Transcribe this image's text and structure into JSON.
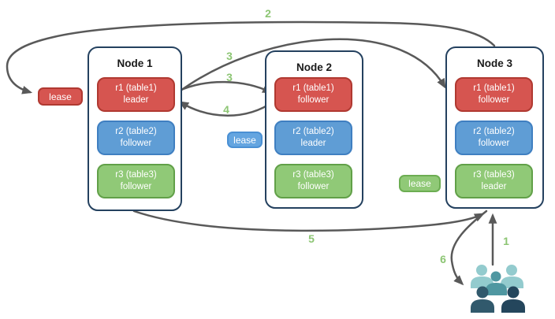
{
  "nodes": [
    {
      "title": "Node 1",
      "replicas": [
        {
          "range": "r1 (table1)",
          "role": "leader",
          "color_key": "red"
        },
        {
          "range": "r2 (table2)",
          "role": "follower",
          "color_key": "blue"
        },
        {
          "range": "r3 (table3)",
          "role": "follower",
          "color_key": "green"
        }
      ]
    },
    {
      "title": "Node 2",
      "replicas": [
        {
          "range": "r1 (table1)",
          "role": "follower",
          "color_key": "red"
        },
        {
          "range": "r2 (table2)",
          "role": "leader",
          "color_key": "blue"
        },
        {
          "range": "r3 (table3)",
          "role": "follower",
          "color_key": "green"
        }
      ]
    },
    {
      "title": "Node 3",
      "replicas": [
        {
          "range": "r1 (table1)",
          "role": "follower",
          "color_key": "red"
        },
        {
          "range": "r2 (table2)",
          "role": "follower",
          "color_key": "blue"
        },
        {
          "range": "r3 (table3)",
          "role": "leader",
          "color_key": "green"
        }
      ]
    }
  ],
  "leases": [
    {
      "label": "lease",
      "color_key": "red"
    },
    {
      "label": "lease",
      "color_key": "blue"
    },
    {
      "label": "lease",
      "color_key": "green"
    }
  ],
  "steps": [
    {
      "label": "1"
    },
    {
      "label": "2"
    },
    {
      "label": "3"
    },
    {
      "label": "3"
    },
    {
      "label": "4"
    },
    {
      "label": "5"
    },
    {
      "label": "6"
    }
  ],
  "icons": {
    "users": "users-group-icon"
  },
  "colors": {
    "bg": "#ffffff",
    "node_border": "#24415f",
    "title_text": "#1a1a1a",
    "red": "#d65550",
    "red_border": "#b03931",
    "blue": "#5f9dd5",
    "blue_border": "#3f7fc1",
    "blue_lease": "#64a5e0",
    "blue_lease_border": "#4a90d4",
    "green": "#90c977",
    "green_border": "#61a048",
    "green_lease_border": "#6cad52",
    "arrow": "#595959",
    "step": "#8cc573",
    "users_back": "#93cbce",
    "users_mid": "#4f97a1",
    "users_front_left": "#31596c",
    "users_front_right": "#24465c"
  }
}
